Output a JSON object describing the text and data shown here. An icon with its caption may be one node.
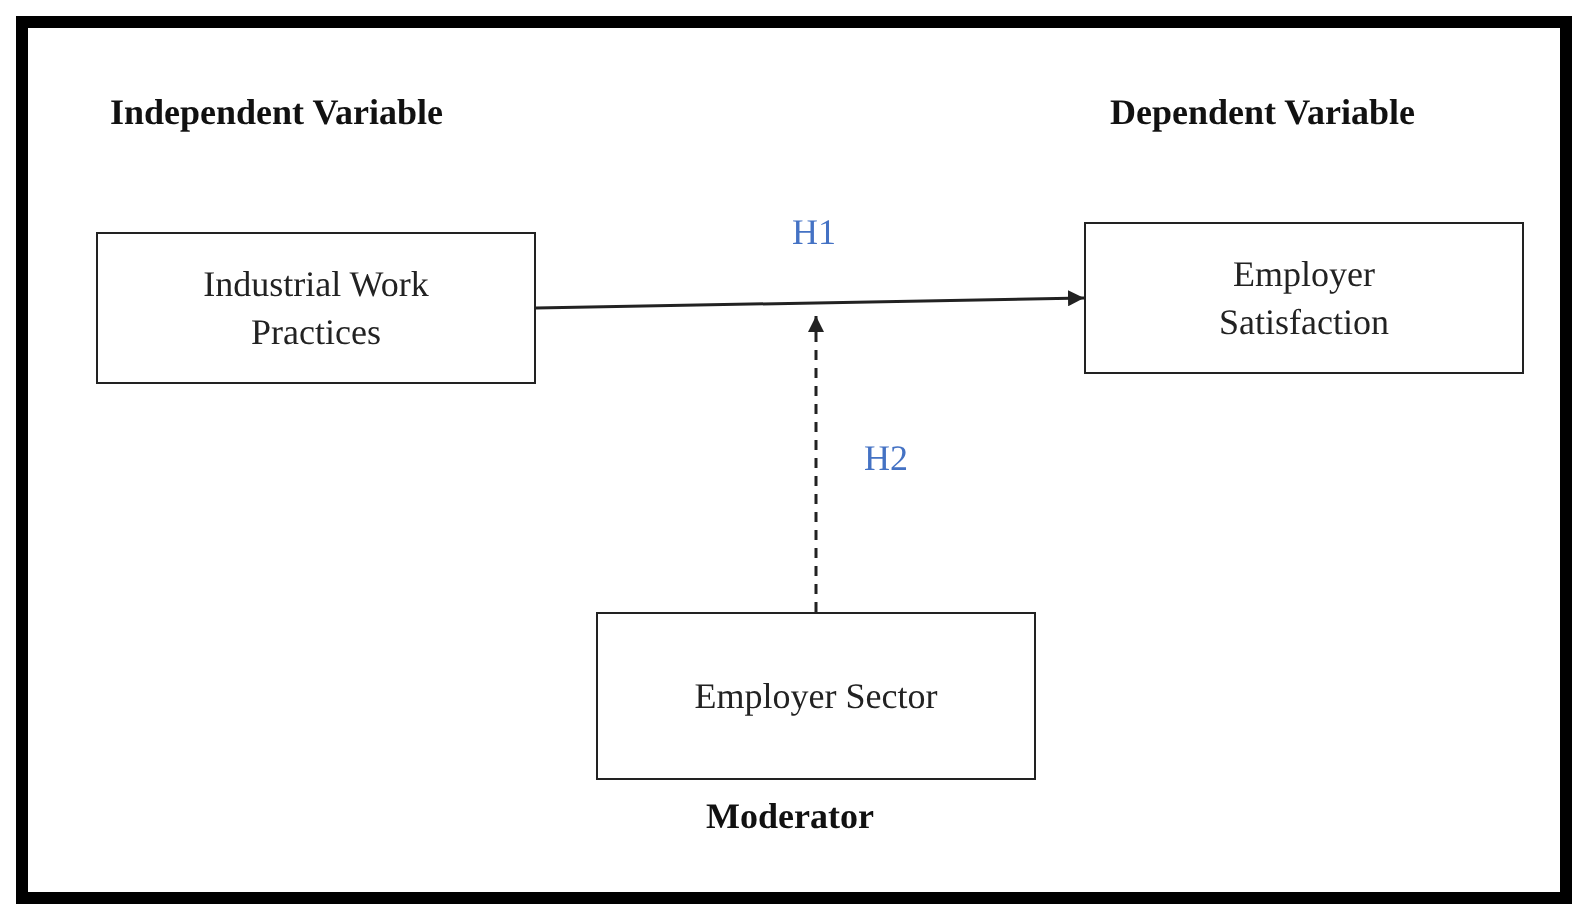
{
  "diagram": {
    "nodes": [
      {
        "text": [
          "Independent Variable",
          "Industrial Work Practices"
        ]
      },
      {
        "text": [
          "Dependent Variable",
          "Employer Satisfaction"
        ]
      },
      {
        "text": [
          "Employer Sector",
          "Moderator"
        ]
      }
    ],
    "edges": [
      {
        "from": 0,
        "to": 1,
        "arrow": "to",
        "label": "H1"
      },
      {
        "from": 2,
        "to": null,
        "arrow": "to",
        "label": "H2",
        "style": "dashed"
      }
    ]
  }
}
